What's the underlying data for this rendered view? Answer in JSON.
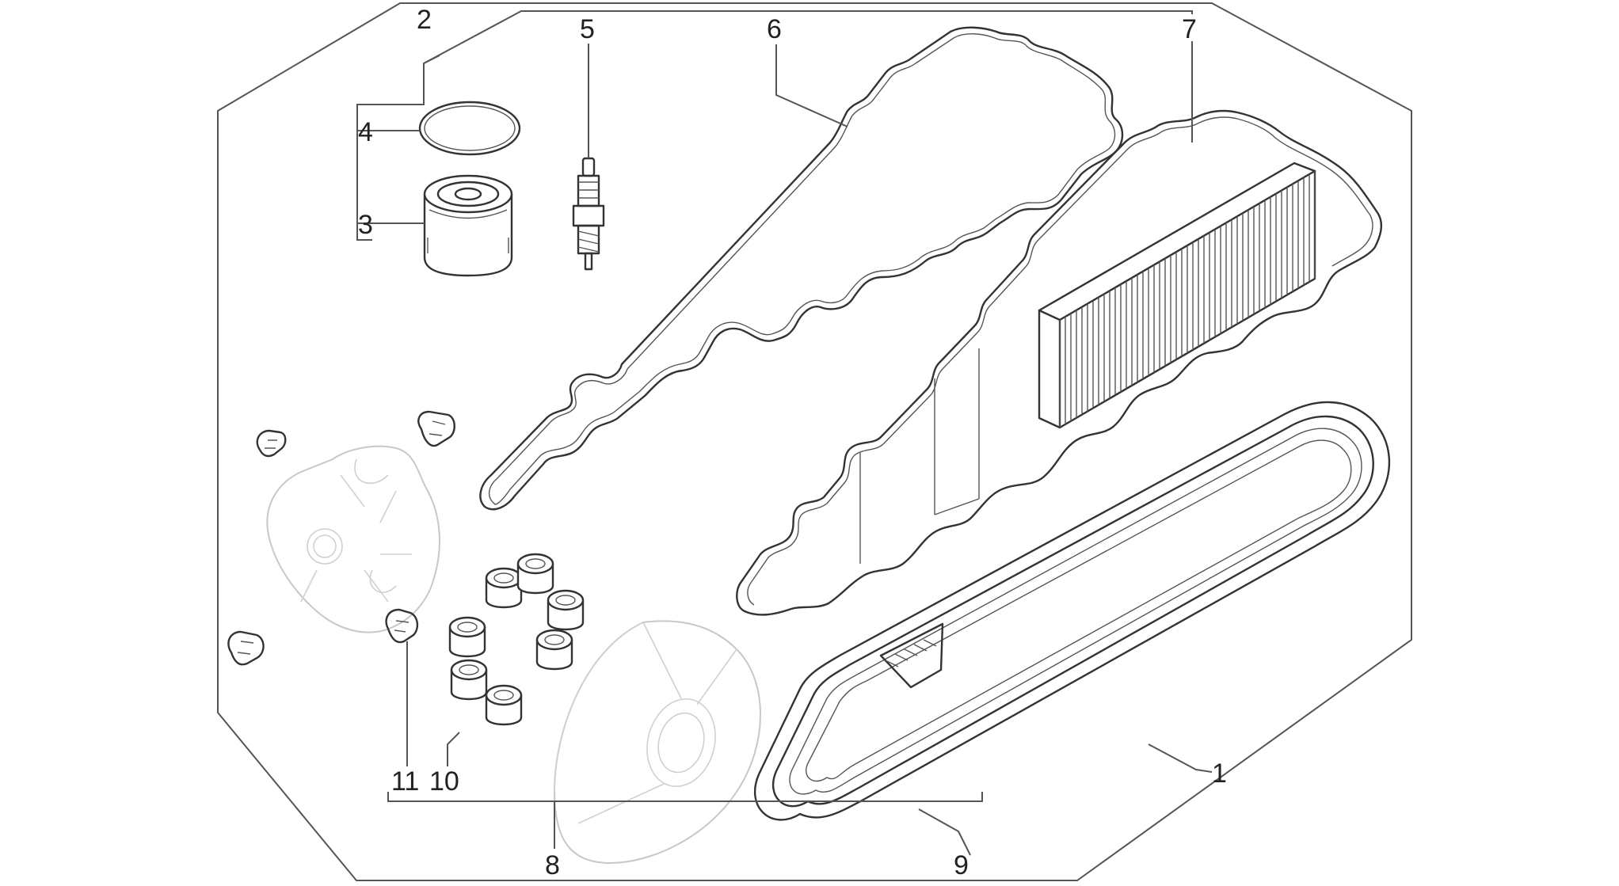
{
  "diagram": {
    "callouts": [
      {
        "id": "1",
        "label": "1"
      },
      {
        "id": "2",
        "label": "2"
      },
      {
        "id": "3",
        "label": "3"
      },
      {
        "id": "4",
        "label": "4"
      },
      {
        "id": "5",
        "label": "5"
      },
      {
        "id": "6",
        "label": "6"
      },
      {
        "id": "7",
        "label": "7"
      },
      {
        "id": "8",
        "label": "8"
      },
      {
        "id": "9",
        "label": "9"
      },
      {
        "id": "10",
        "label": "10"
      },
      {
        "id": "11",
        "label": "11"
      }
    ],
    "parts": {
      "oil_filter_kit": "oil-filter-kit",
      "o_ring": "o-ring",
      "oil_filter": "oil-filter",
      "spark_plug": "spark-plug",
      "gasket": "gasket",
      "air_filter": "air-filter",
      "variator_kit": "variator-kit",
      "drive_belt": "drive-belt",
      "rollers": "rollers",
      "sliders": "sliders"
    },
    "colors": {
      "line": "#333333",
      "ghost": "#c8c8c8",
      "background": "#ffffff"
    }
  }
}
